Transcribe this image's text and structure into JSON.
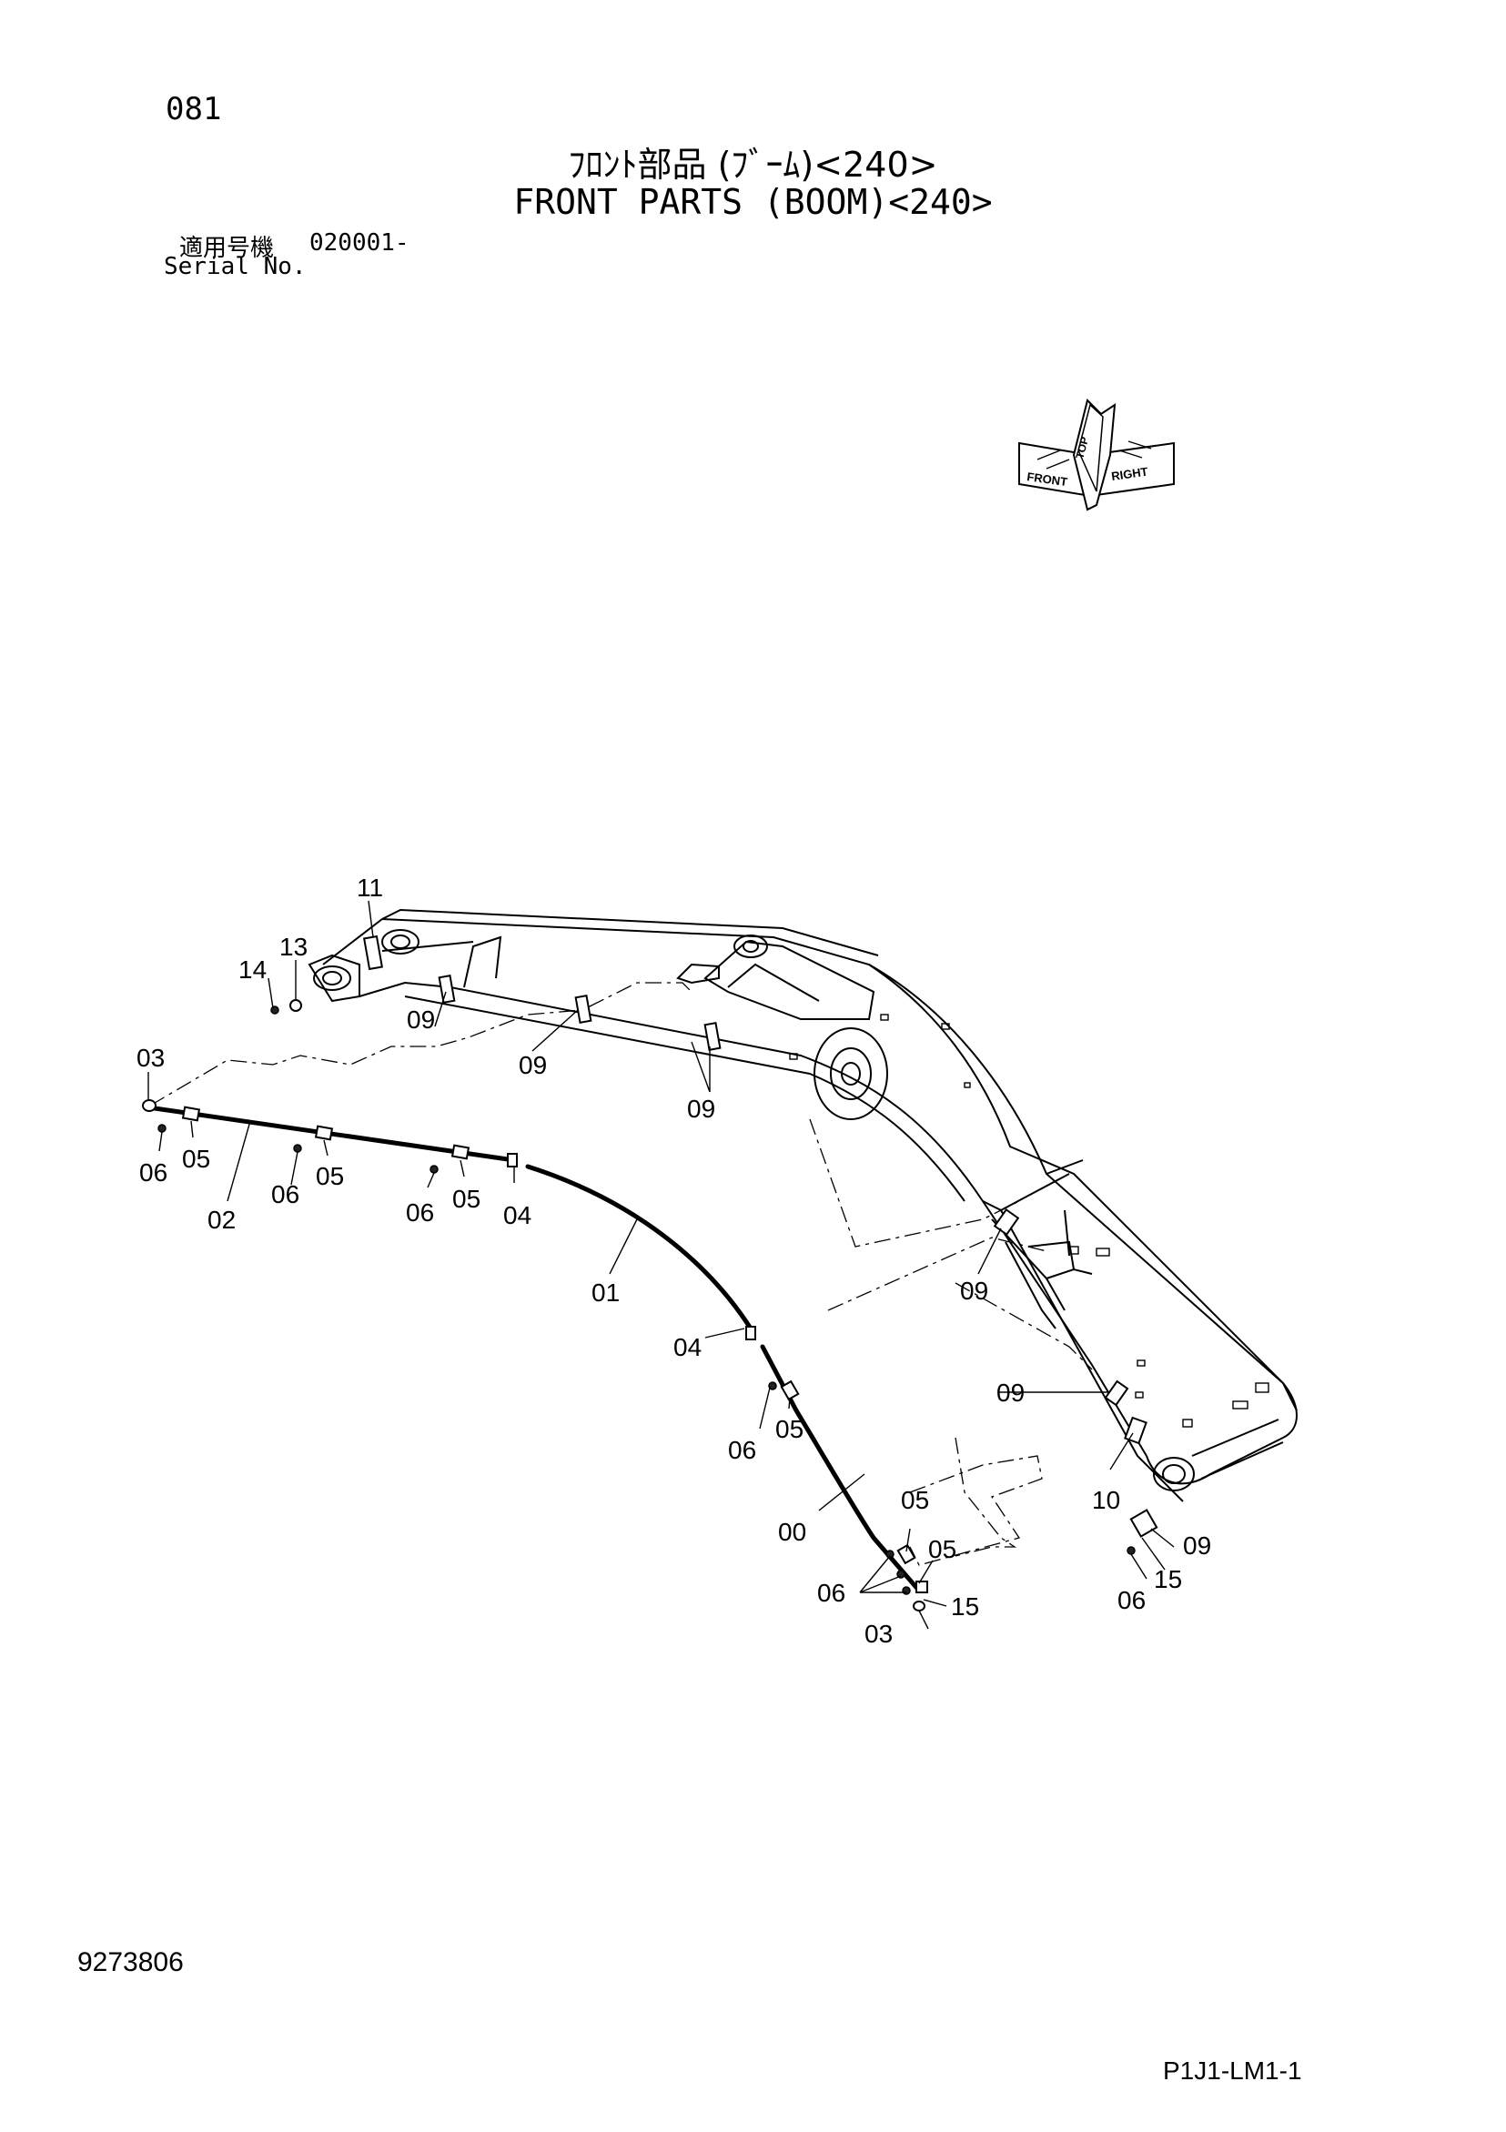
{
  "header": {
    "page_number": "081",
    "title_jp": "ﾌﾛﾝﾄ部品 (ﾌﾞｰﾑ)<240>",
    "title_en": "FRONT PARTS (BOOM)<240>",
    "serial_label_jp": "適用号機",
    "serial_label_en": "Serial No.",
    "serial_value": "020001-"
  },
  "orientation": {
    "front": "FRONT",
    "top": "TOP",
    "right": "RIGHT"
  },
  "callouts": {
    "c11": "11",
    "c13": "13",
    "c14": "14",
    "c03a": "03",
    "c09a": "09",
    "c09b": "09",
    "c09c": "09",
    "c06a": "06",
    "c05a": "05",
    "c06b": "06",
    "c05b": "05",
    "c02": "02",
    "c06c": "06",
    "c05c": "05",
    "c04a": "04",
    "c01": "01",
    "c04b": "04",
    "c09d": "09",
    "c06d": "06",
    "c05d": "05",
    "c09e": "09",
    "c10": "10",
    "c00": "00",
    "c05e": "05",
    "c05f": "05",
    "c09f": "09",
    "c06e": "06",
    "c15a": "15",
    "c15b": "15",
    "c03b": "03",
    "c06f": "06"
  },
  "footer": {
    "doc_number": "9273806",
    "sheet_code": "P1J1-LM1-1"
  }
}
